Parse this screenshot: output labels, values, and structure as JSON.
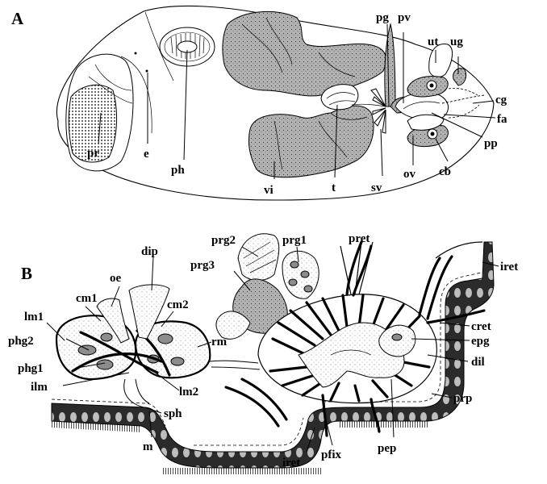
{
  "panels": {
    "a": {
      "letter": "A"
    },
    "b": {
      "letter": "B"
    }
  },
  "labels_a": {
    "pr": "pr",
    "e": "e",
    "ph": "ph",
    "vi": "vi",
    "t": "t",
    "sv": "sv",
    "pg": "pg",
    "pv": "pv",
    "ut": "ut",
    "ug": "ug",
    "cg": "cg",
    "fa": "fa",
    "pp": "pp",
    "cb": "cb",
    "ov": "ov"
  },
  "labels_b": {
    "dip": "dip",
    "oe": "oe",
    "cm1": "cm1",
    "cm2": "cm2",
    "lm1": "lm1",
    "phg2": "phg2",
    "phg1": "phg1",
    "ilm": "ilm",
    "rm": "rm",
    "lm2": "lm2",
    "sph": "sph",
    "m": "m",
    "prg2": "prg2",
    "prg1": "prg1",
    "prg3": "prg3",
    "pret": "pret",
    "iret_top": "iret",
    "cret": "cret",
    "epg": "epg",
    "dil": "dil",
    "prp": "prp",
    "pep": "pep",
    "pfix": "pfix",
    "iret_bottom": "iret"
  },
  "colors": {
    "stipple_gray": "#b3b3b3",
    "dark_gray": "#8c8c8c",
    "ink": "#000000"
  }
}
